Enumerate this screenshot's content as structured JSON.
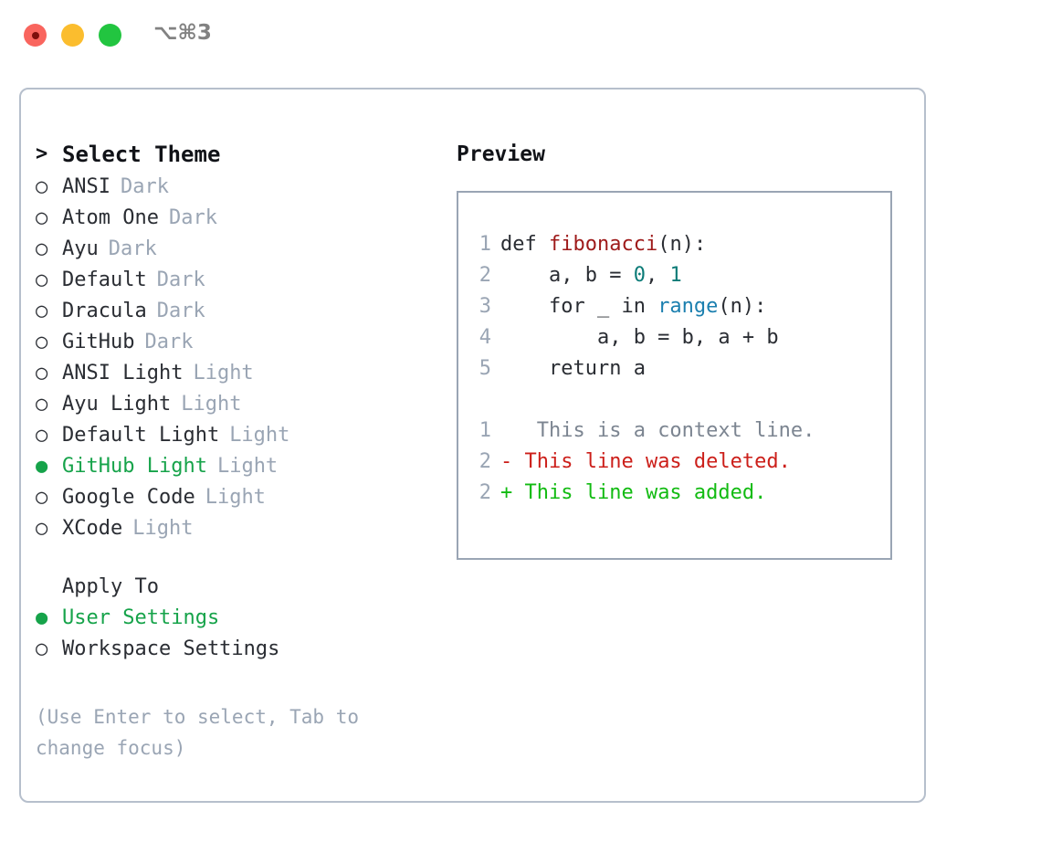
{
  "titlebar": {
    "shortcut": "⌥⌘3",
    "lights": [
      {
        "name": "close",
        "color": "#f9655e"
      },
      {
        "name": "minimize",
        "color": "#fbbd2e"
      },
      {
        "name": "maximize",
        "color": "#22c540"
      }
    ]
  },
  "theme_picker": {
    "header_marker": ">",
    "header_label": "Select Theme",
    "marker_selected": "●",
    "marker_unselected": "○",
    "selected_color": "#16a34a",
    "items": [
      {
        "label": "ANSI",
        "suffix": "Dark",
        "selected": false
      },
      {
        "label": "Atom One",
        "suffix": "Dark",
        "selected": false
      },
      {
        "label": "Ayu",
        "suffix": "Dark",
        "selected": false
      },
      {
        "label": "Default",
        "suffix": "Dark",
        "selected": false
      },
      {
        "label": "Dracula",
        "suffix": "Dark",
        "selected": false
      },
      {
        "label": "GitHub",
        "suffix": "Dark",
        "selected": false
      },
      {
        "label": "ANSI Light",
        "suffix": "Light",
        "selected": false
      },
      {
        "label": "Ayu Light",
        "suffix": "Light",
        "selected": false
      },
      {
        "label": "Default Light",
        "suffix": "Light",
        "selected": false
      },
      {
        "label": "GitHub Light",
        "suffix": "Light",
        "selected": true
      },
      {
        "label": "Google Code",
        "suffix": "Light",
        "selected": false
      },
      {
        "label": "XCode",
        "suffix": "Light",
        "selected": false
      }
    ]
  },
  "apply_to": {
    "heading": "Apply To",
    "items": [
      {
        "label": "User Settings",
        "selected": true
      },
      {
        "label": "Workspace Settings",
        "selected": false
      }
    ]
  },
  "hint": "(Use Enter to select, Tab to change focus)",
  "preview": {
    "title": "Preview",
    "code_lines": [
      {
        "num": "1",
        "tokens": [
          {
            "text": "def ",
            "kind": "plain"
          },
          {
            "text": "fibonacci",
            "kind": "fn"
          },
          {
            "text": "(n):",
            "kind": "plain"
          }
        ]
      },
      {
        "num": "2",
        "tokens": [
          {
            "text": "    a, b = ",
            "kind": "plain"
          },
          {
            "text": "0",
            "kind": "num"
          },
          {
            "text": ", ",
            "kind": "plain"
          },
          {
            "text": "1",
            "kind": "num"
          }
        ]
      },
      {
        "num": "3",
        "tokens": [
          {
            "text": "    for _ in ",
            "kind": "plain"
          },
          {
            "text": "range",
            "kind": "call"
          },
          {
            "text": "(n):",
            "kind": "plain"
          }
        ]
      },
      {
        "num": "4",
        "tokens": [
          {
            "text": "        a, b = b, a + b",
            "kind": "plain"
          }
        ]
      },
      {
        "num": "5",
        "tokens": [
          {
            "text": "    return a",
            "kind": "plain"
          }
        ]
      }
    ],
    "diff_lines": [
      {
        "num": "1",
        "sign": " ",
        "text": "  This is a context line.",
        "kind": "ctx"
      },
      {
        "num": "2",
        "sign": "-",
        "text": " This line was deleted.",
        "kind": "del"
      },
      {
        "num": "2",
        "sign": "+",
        "text": " This line was added.",
        "kind": "add"
      }
    ],
    "colors": {
      "function": "#9e1a1a",
      "number": "#0b7b77",
      "builtin": "#1b7faf",
      "context": "#7c8591",
      "deleted": "#cc1f1a",
      "added": "#12bb12",
      "line_number": "#9aa5b4",
      "border": "#9aa5b4"
    }
  }
}
